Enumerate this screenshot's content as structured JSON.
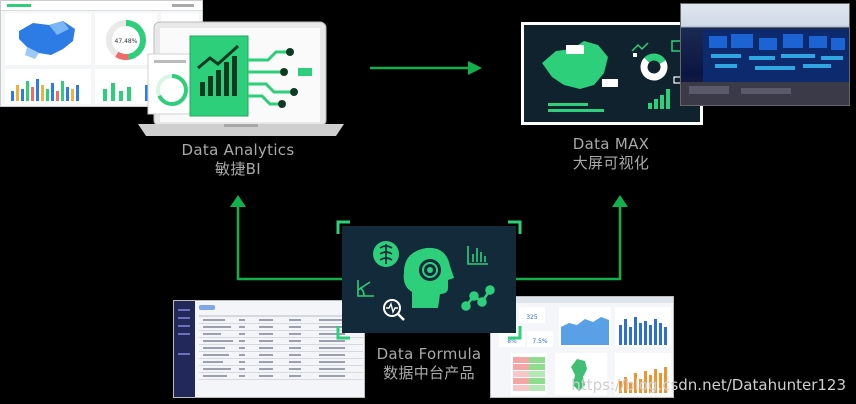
{
  "nodes": {
    "analytics": {
      "title": "Data Analytics",
      "subtitle": "敏捷BI"
    },
    "max": {
      "title": "Data MAX",
      "subtitle": "大屏可视化"
    },
    "formula": {
      "title": "Data Formula",
      "subtitle": "数据中台产品"
    }
  },
  "dashboard": {
    "gauge_value": "47.48%"
  },
  "report": {
    "kpi_a": "325",
    "kpi_b": "8%",
    "kpi_c": "7.5%"
  },
  "watermark": "https://blog.csdn.net/Datahunter123",
  "colors": {
    "accent": "#2ecf7a",
    "arrow": "#12b04c",
    "panel": "#122a3a"
  }
}
